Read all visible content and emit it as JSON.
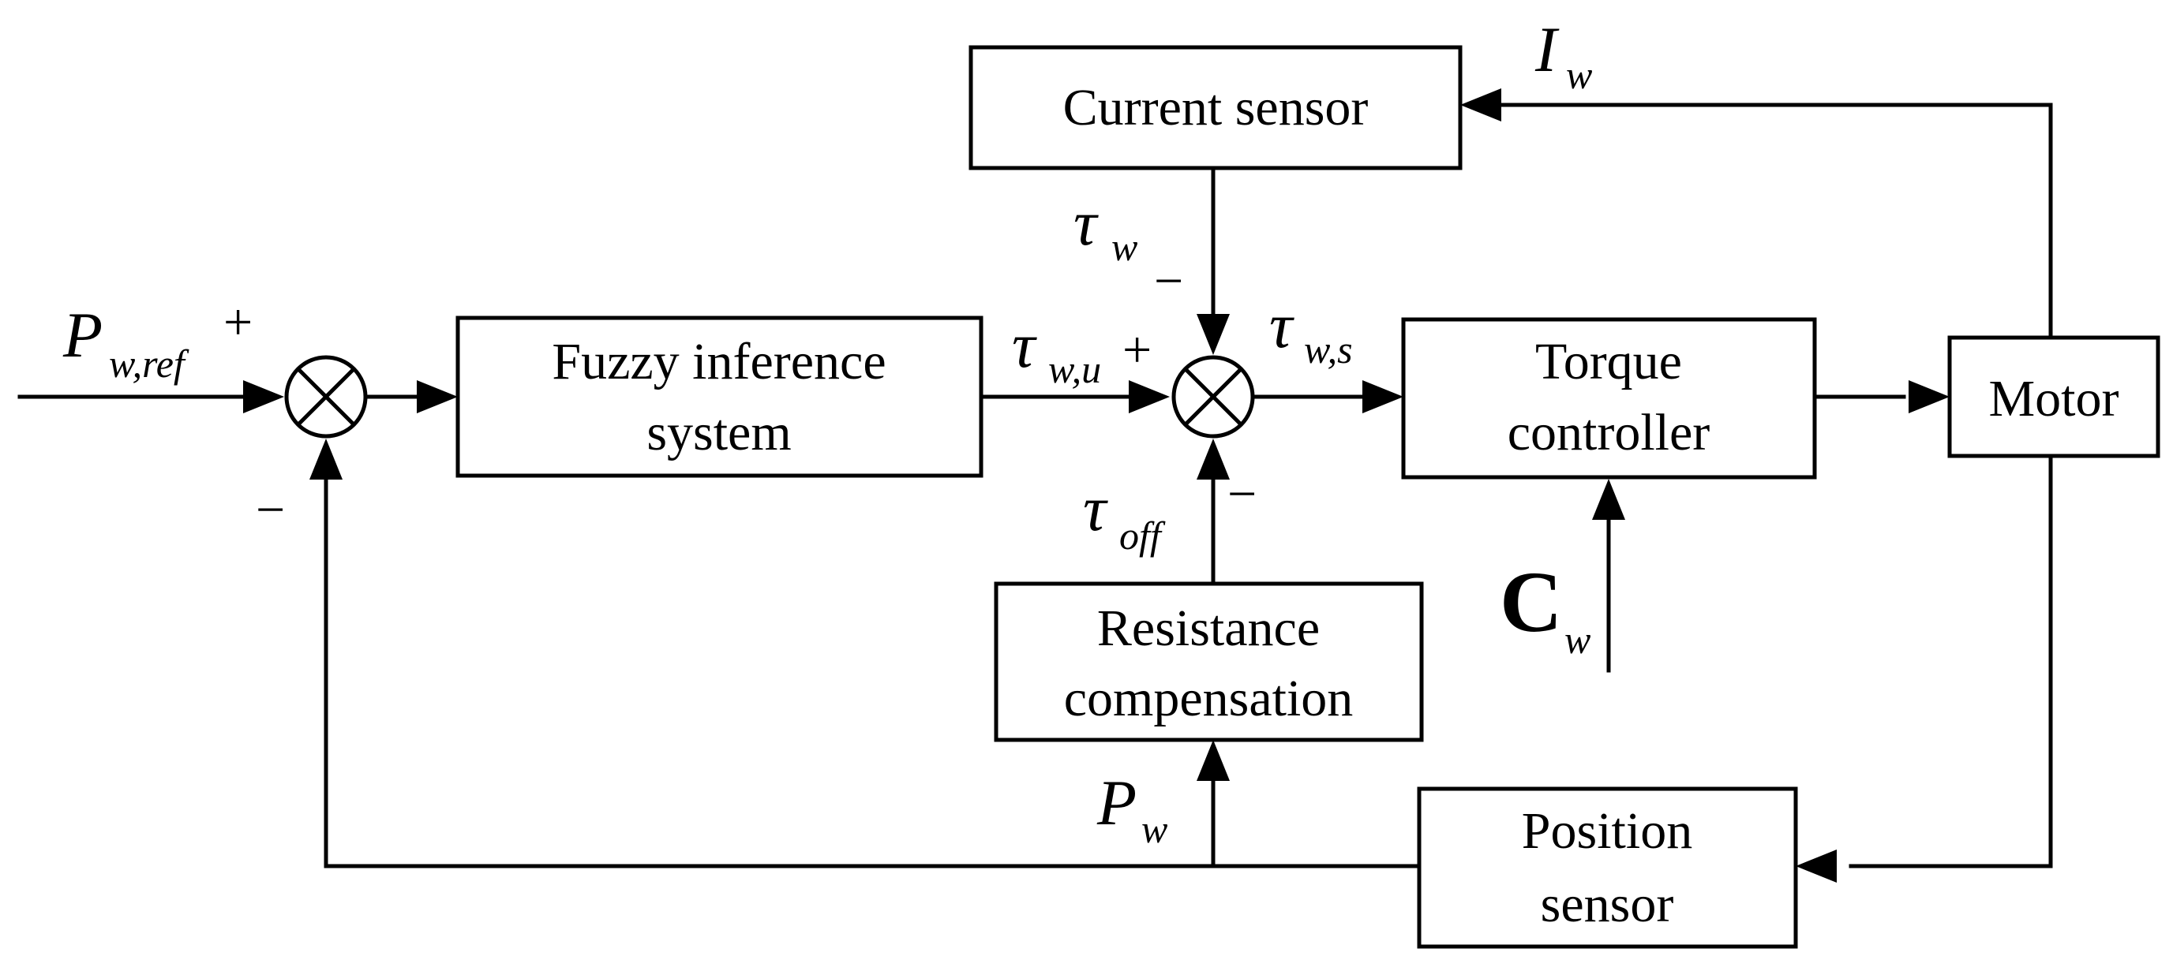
{
  "blocks": {
    "fuzzy_line1": "Fuzzy inference",
    "fuzzy_line2": "system",
    "current_sensor": "Current sensor",
    "torque_line1": "Torque",
    "torque_line2": "controller",
    "motor": "Motor",
    "resistance_line1": "Resistance",
    "resistance_line2": "compensation",
    "position_line1": "Position",
    "position_line2": "sensor"
  },
  "signals": {
    "p_ref_main": "P",
    "p_ref_sub": "w,ref",
    "tau_w_main": "τ",
    "tau_w_sub": "w",
    "tau_wu_main": "τ",
    "tau_wu_sub": "w,u",
    "tau_ws_main": "τ",
    "tau_ws_sub": "w,s",
    "tau_off_main": "τ",
    "tau_off_sub": "off",
    "i_w_main": "I",
    "i_w_sub": "w",
    "p_w_main": "P",
    "p_w_sub": "w",
    "c_w_main": "C",
    "c_w_sub": "w"
  },
  "signs": {
    "sum1_plus": "+",
    "sum1_minus": "−",
    "sum2_plus": "+",
    "sum2_minus_top": "−",
    "sum2_minus_bottom": "−"
  }
}
